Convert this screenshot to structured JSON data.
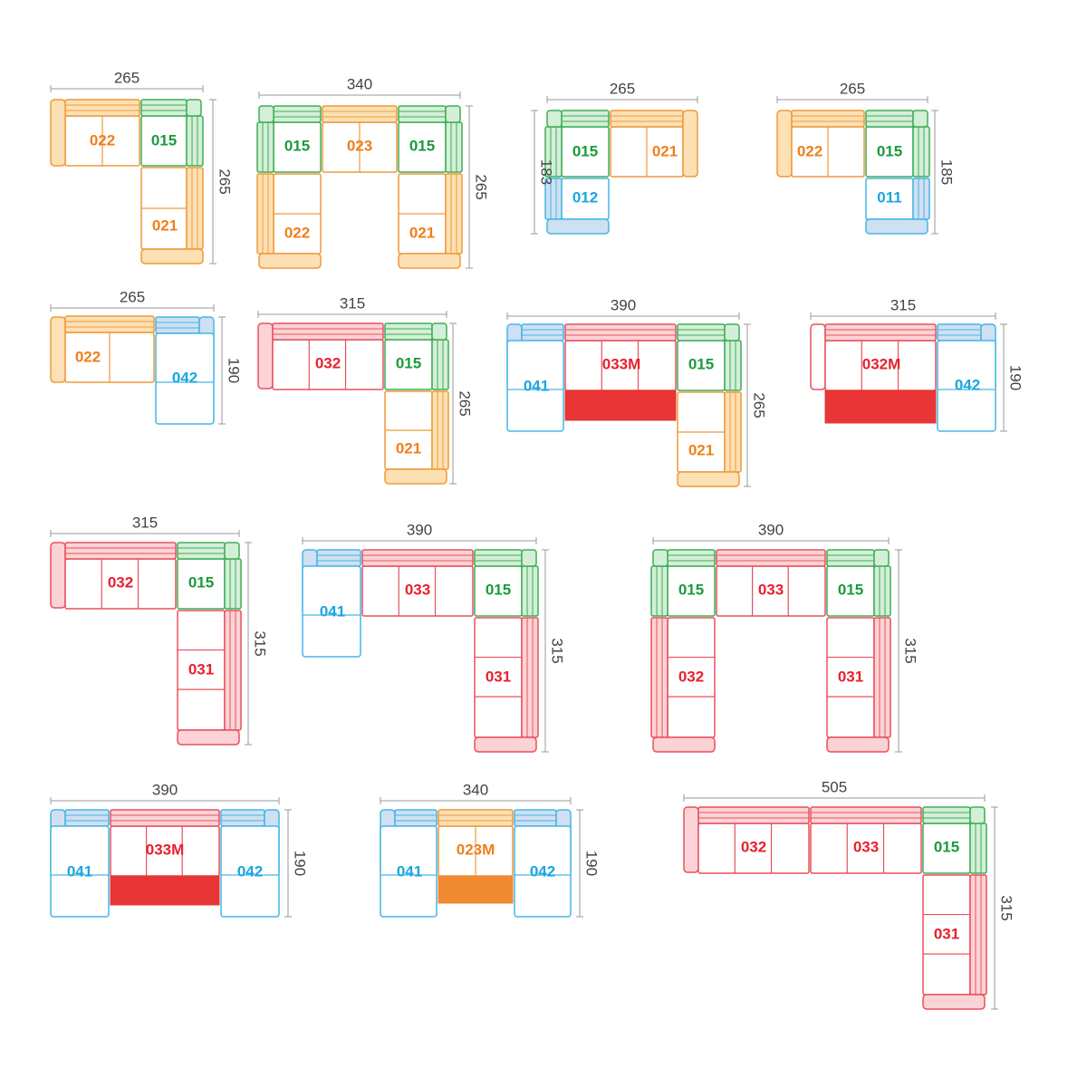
{
  "colors": {
    "orange": {
      "line": "#ef9a3a",
      "fill": "#fde0b4",
      "text": "#ef7f1a"
    },
    "green": {
      "line": "#3fae57",
      "fill": "#d4efd7",
      "text": "#1a9a3c"
    },
    "blue": {
      "line": "#45b6e8",
      "fill": "#cfe0f2",
      "text": "#1ba6e0"
    },
    "red": {
      "line": "#e8505b",
      "fill": "#fbd3d6",
      "text": "#e8202e"
    },
    "red_solid": "#e83535",
    "orange_solid": "#f08a30"
  },
  "layouts": [
    {
      "width_label": "265",
      "height_label": "265",
      "modules": [
        {
          "code": "022",
          "color": "orange"
        },
        {
          "code": "015",
          "color": "green"
        },
        {
          "code": "021",
          "color": "orange"
        }
      ]
    },
    {
      "width_label": "340",
      "height_label": "265",
      "modules": [
        {
          "code": "015",
          "color": "green"
        },
        {
          "code": "023",
          "color": "orange"
        },
        {
          "code": "015",
          "color": "green"
        },
        {
          "code": "022",
          "color": "orange"
        },
        {
          "code": "021",
          "color": "orange"
        }
      ]
    },
    {
      "width_label": "265",
      "height_label": "183",
      "modules": [
        {
          "code": "015",
          "color": "green"
        },
        {
          "code": "021",
          "color": "orange"
        },
        {
          "code": "012",
          "color": "blue"
        }
      ]
    },
    {
      "width_label": "265",
      "height_label": "185",
      "modules": [
        {
          "code": "022",
          "color": "orange"
        },
        {
          "code": "015",
          "color": "green"
        },
        {
          "code": "011",
          "color": "blue"
        }
      ]
    },
    {
      "width_label": "265",
      "height_label": "190",
      "modules": [
        {
          "code": "022",
          "color": "orange"
        },
        {
          "code": "042",
          "color": "blue"
        }
      ]
    },
    {
      "width_label": "315",
      "height_label": "265",
      "modules": [
        {
          "code": "032",
          "color": "red"
        },
        {
          "code": "015",
          "color": "green"
        },
        {
          "code": "021",
          "color": "orange"
        }
      ]
    },
    {
      "width_label": "390",
      "height_label": "265",
      "modules": [
        {
          "code": "041",
          "color": "blue"
        },
        {
          "code": "033M",
          "color": "red"
        },
        {
          "code": "015",
          "color": "green"
        },
        {
          "code": "021",
          "color": "orange"
        }
      ]
    },
    {
      "width_label": "315",
      "height_label": "190",
      "modules": [
        {
          "code": "032M",
          "color": "red"
        },
        {
          "code": "042",
          "color": "blue"
        }
      ]
    },
    {
      "width_label": "315",
      "height_label": "315",
      "modules": [
        {
          "code": "032",
          "color": "red"
        },
        {
          "code": "015",
          "color": "green"
        },
        {
          "code": "031",
          "color": "red"
        }
      ]
    },
    {
      "width_label": "390",
      "height_label": "315",
      "modules": [
        {
          "code": "041",
          "color": "blue"
        },
        {
          "code": "033",
          "color": "red"
        },
        {
          "code": "015",
          "color": "green"
        },
        {
          "code": "031",
          "color": "red"
        }
      ]
    },
    {
      "width_label": "390",
      "height_label": "315",
      "modules": [
        {
          "code": "015",
          "color": "green"
        },
        {
          "code": "033",
          "color": "red"
        },
        {
          "code": "015",
          "color": "green"
        },
        {
          "code": "032",
          "color": "red"
        },
        {
          "code": "031",
          "color": "red"
        }
      ]
    },
    {
      "width_label": "390",
      "height_label": "190",
      "modules": [
        {
          "code": "041",
          "color": "blue"
        },
        {
          "code": "033M",
          "color": "red"
        },
        {
          "code": "042",
          "color": "blue"
        }
      ]
    },
    {
      "width_label": "340",
      "height_label": "190",
      "modules": [
        {
          "code": "041",
          "color": "blue"
        },
        {
          "code": "023M",
          "color": "orange"
        },
        {
          "code": "042",
          "color": "blue"
        }
      ]
    },
    {
      "width_label": "505",
      "height_label": "315",
      "modules": [
        {
          "code": "032",
          "color": "red"
        },
        {
          "code": "033",
          "color": "red"
        },
        {
          "code": "015",
          "color": "green"
        },
        {
          "code": "031",
          "color": "red"
        }
      ]
    }
  ]
}
